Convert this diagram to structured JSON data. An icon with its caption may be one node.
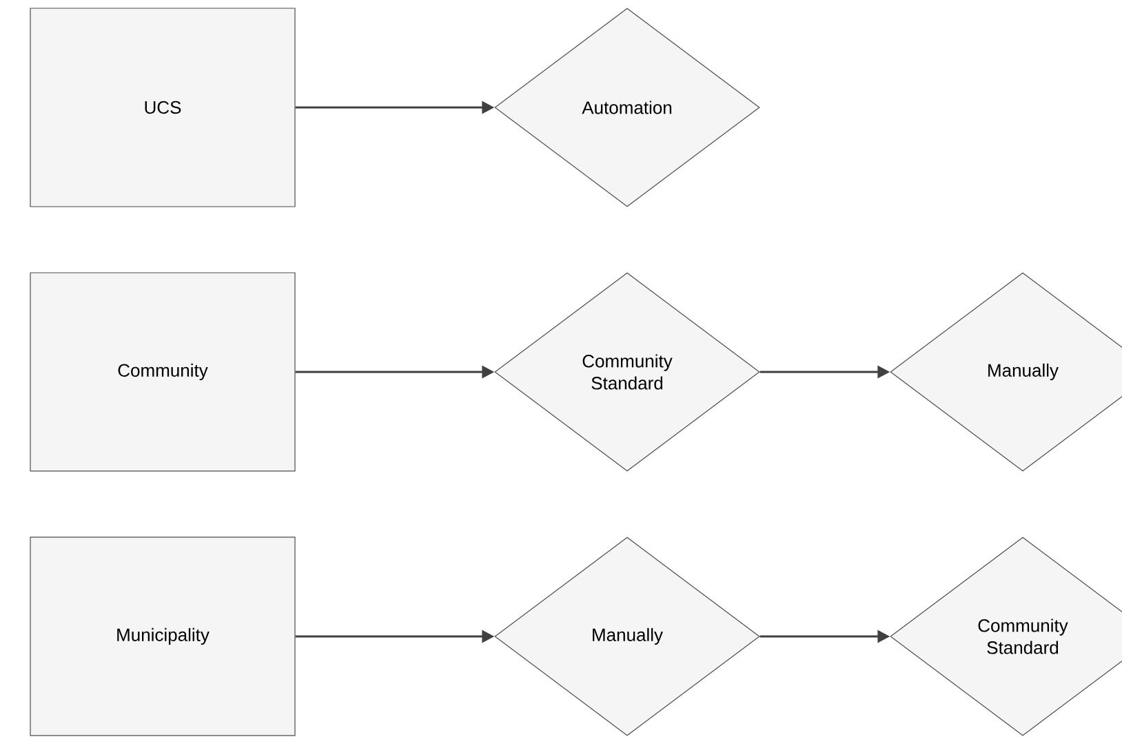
{
  "diagram": {
    "nodes": [
      {
        "text": [
          "UCS"
        ]
      },
      {
        "text": [
          "Automation"
        ]
      },
      {
        "text": [
          "Community"
        ]
      },
      {
        "text": [
          "Community Standard"
        ]
      },
      {
        "text": [
          "Manually"
        ]
      },
      {
        "text": [
          "Municipality"
        ]
      },
      {
        "text": [
          "Manually"
        ]
      },
      {
        "text": [
          "Community Standard"
        ]
      }
    ],
    "edges": [
      {
        "from": 0,
        "to": 1,
        "arrow": "to"
      },
      {
        "from": 2,
        "to": 3,
        "arrow": "to"
      },
      {
        "from": 3,
        "to": 4,
        "arrow": "to"
      },
      {
        "from": 5,
        "to": 6,
        "arrow": "to"
      },
      {
        "from": 6,
        "to": 7,
        "arrow": "to"
      }
    ]
  }
}
